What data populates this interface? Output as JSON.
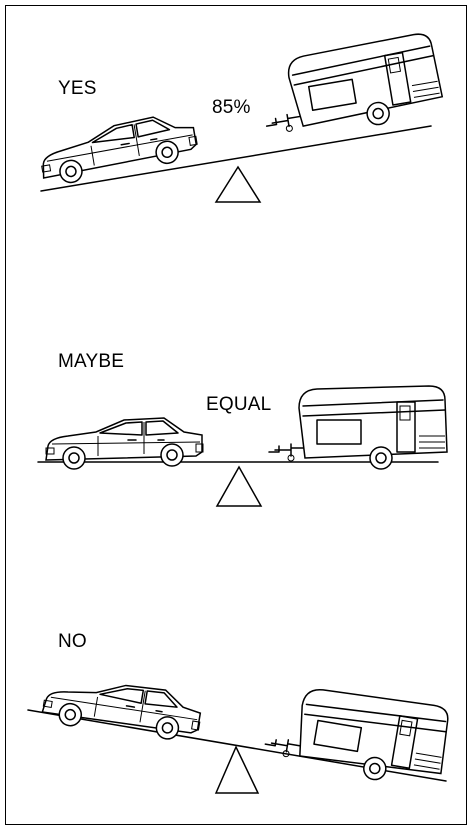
{
  "scenes": [
    {
      "verdict": "YES",
      "balance": "85%"
    },
    {
      "verdict": "MAYBE",
      "balance": "EQUAL"
    },
    {
      "verdict": "NO",
      "balance": ""
    }
  ]
}
